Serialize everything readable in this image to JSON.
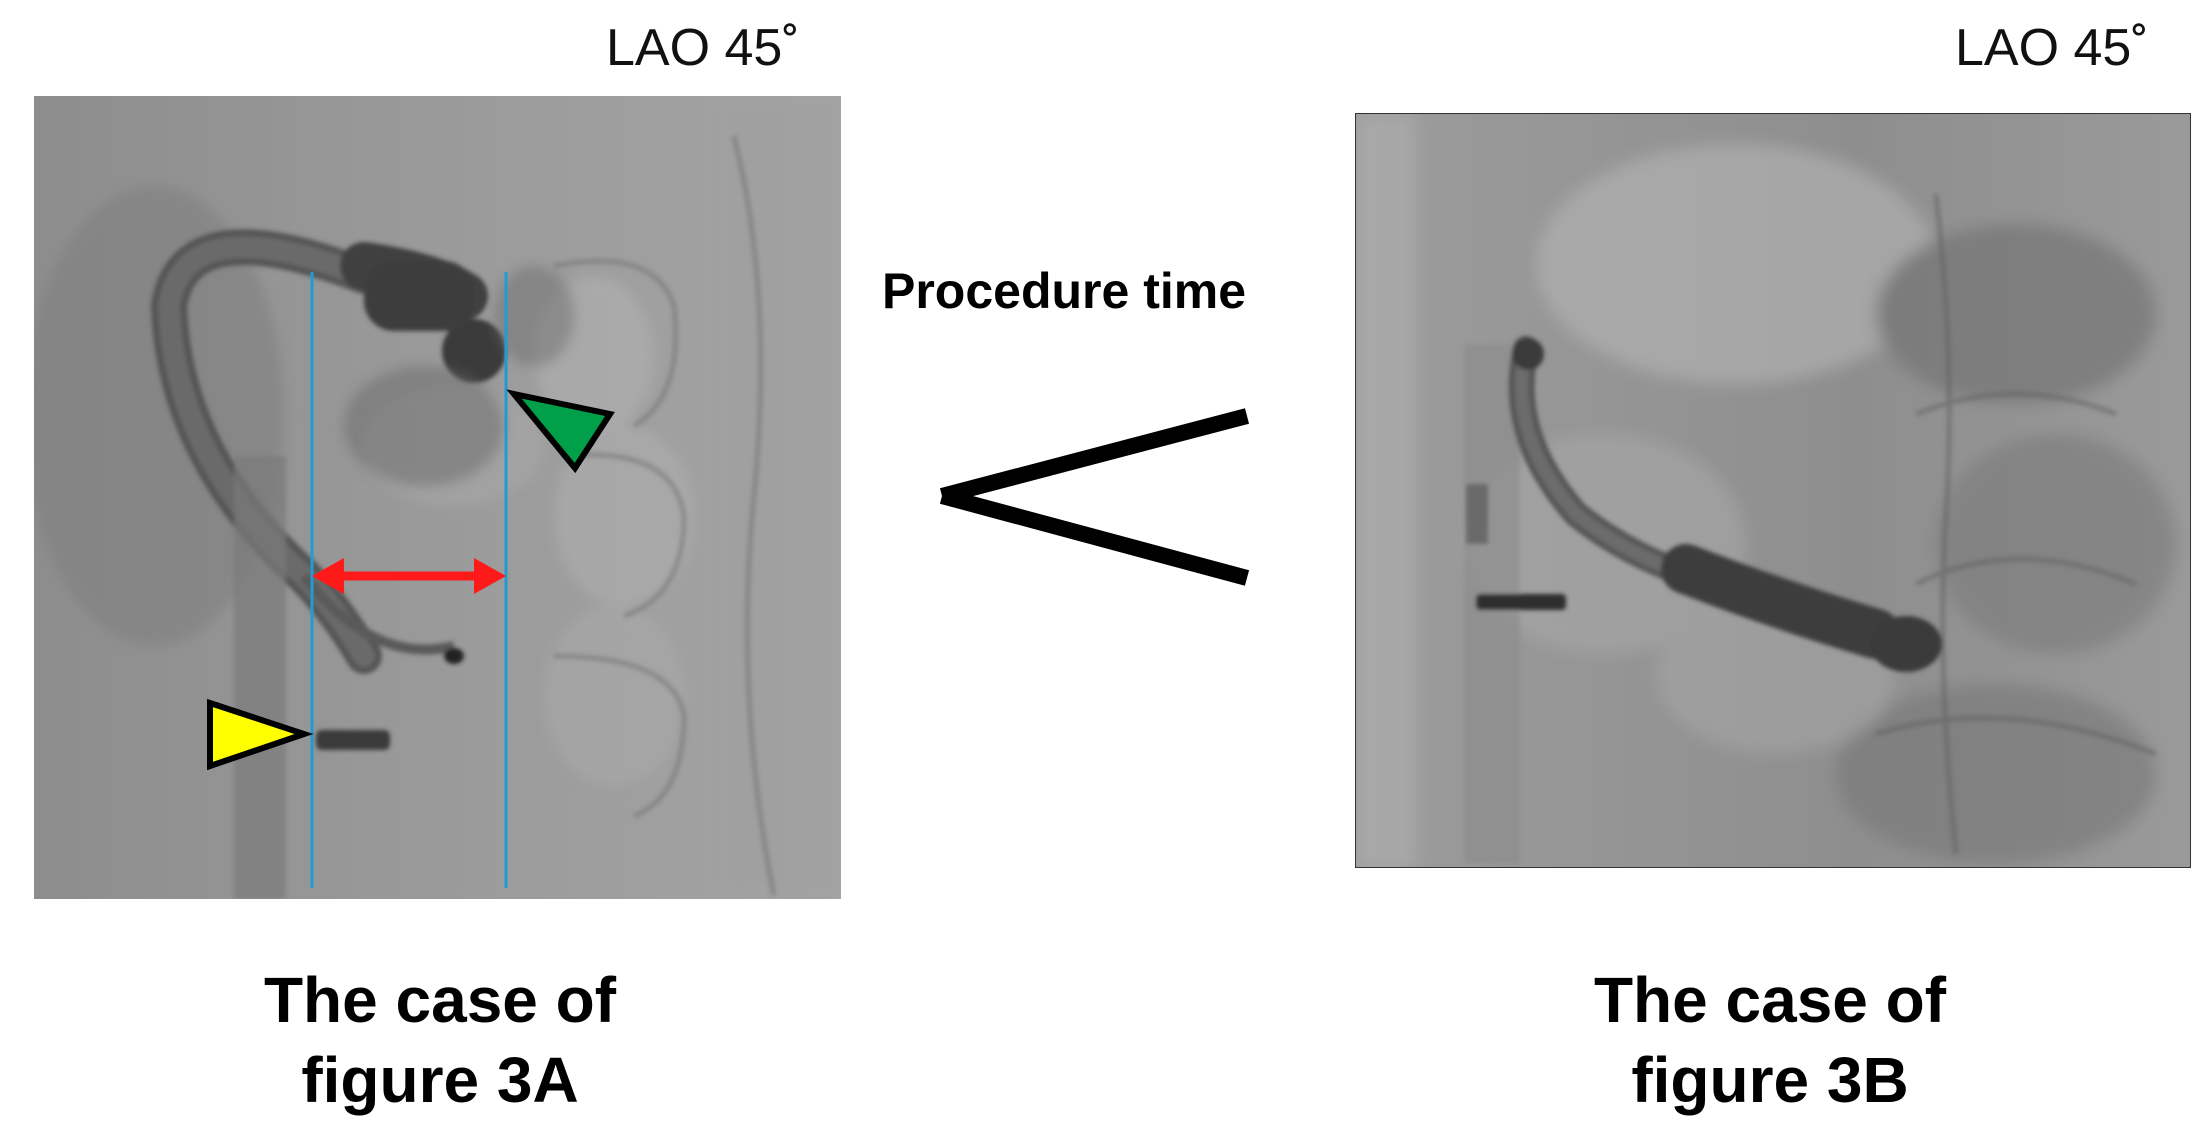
{
  "left_panel": {
    "view_label": "LAO 45˚",
    "caption_line1": "The case of",
    "caption_line2": "figure 3A"
  },
  "right_panel": {
    "view_label": "LAO 45˚",
    "caption_line1": "The case of",
    "caption_line2": "figure 3B"
  },
  "comparison": {
    "label": "Procedure time",
    "symbol": "less-than-sign"
  },
  "colors": {
    "guide_line": "#1f9bd6",
    "distance_arrow": "#ff1a1a",
    "yellow_marker": "#ffff00",
    "green_marker": "#00a04a",
    "marker_outline": "#000000"
  }
}
